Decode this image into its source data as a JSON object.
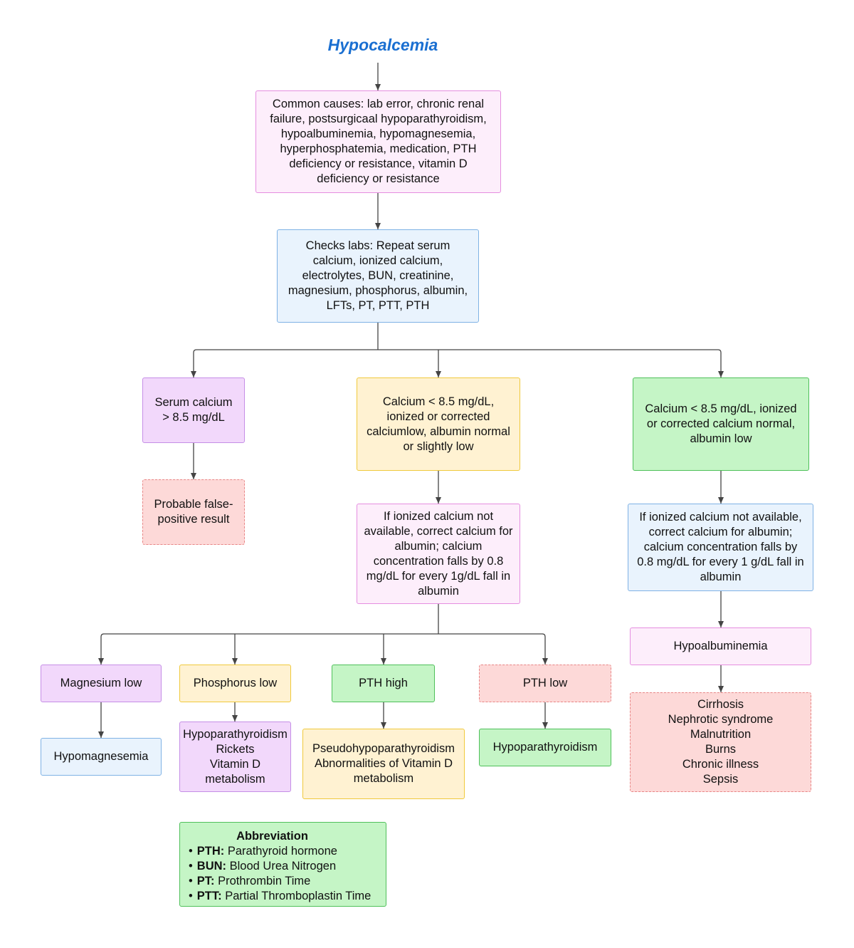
{
  "title": "Hypocalcemia",
  "nodes": {
    "causes": "Common causes: lab error, chronic renal failure, postsurgicaal hypoparathyroidism, hypoalbuminemia, hypomagnesemia, hyperphosphatemia, medication, PTH deficiency or resistance, vitamin D deficiency or resistance",
    "labs": "Checks labs: Repeat serum calcium, ionized calcium, electrolytes, BUN, creatinine, magnesium, phosphorus, albumin, LFTs, PT, PTT, PTH",
    "serum_high": "Serum calcium\n> 8.5 mg/dL",
    "false_positive": "Probable false-\npositive result",
    "ca_low_albumin_normal": "Calcium < 8.5 mg/dL, ionized or corrected calciumlow, albumin normal or slightly low",
    "correct_albumin_mid": "If ionized calcium not available, correct calcium for albumin; calcium concentration falls by 0.8 mg/dL for every 1g/dL fall in albumin",
    "ca_low_albumin_low": "Calcium < 8.5 mg/dL, ionized or corrected calcium normal, albumin low",
    "correct_albumin_right": "If ionized calcium not available, correct calcium for albumin; calcium concentration falls by 0.8 mg/dL for every 1 g/dL fall in albumin",
    "hypoalbuminemia": "Hypoalbuminemia",
    "albumin_causes": "Cirrhosis\nNephrotic syndrome\nMalnutrition\nBurns\nChronic illness\nSepsis",
    "magnesium_low": "Magnesium low",
    "hypomagnesemia": "Hypomagnesemia",
    "phosphorus_low": "Phosphorus low",
    "phosphorus_causes": "Hypoparathyroidism\nRickets\nVitamin D\nmetabolism",
    "pth_high": "PTH high",
    "pth_high_causes": "Pseudohypoparathyroidism\nAbnormalities of Vitamin D\nmetabolism",
    "pth_low": "PTH low",
    "hypoparathyroidism": "Hypoparathyroidism"
  },
  "abbreviation": {
    "title": "Abbreviation",
    "items": [
      {
        "term": "PTH:",
        "definition": "Parathyroid hormone"
      },
      {
        "term": "BUN:",
        "definition": "Blood Urea Nitrogen"
      },
      {
        "term": "PT:",
        "definition": "Prothrombin Time"
      },
      {
        "term": "PTT:",
        "definition": "Partial Thromboplastin Time"
      }
    ]
  }
}
